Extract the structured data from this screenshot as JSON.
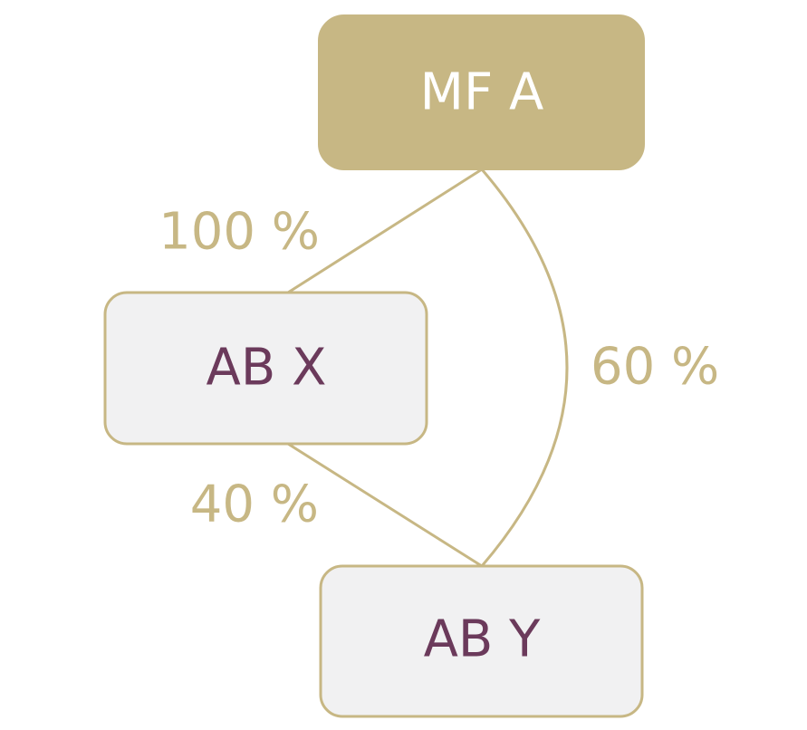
{
  "colors": {
    "accent": "#c7b784",
    "node_fill_primary": "#c7b784",
    "node_fill_secondary": "#f1f1f2",
    "node_text_primary": "#ffffff",
    "node_text_secondary": "#6b3a5b",
    "edge_stroke": "#c7b784",
    "edge_label": "#c7b784",
    "background": "#ffffff"
  },
  "nodes": {
    "mf_a": {
      "label": "MF A"
    },
    "ab_x": {
      "label": "AB X"
    },
    "ab_y": {
      "label": "AB Y"
    }
  },
  "edges": {
    "mf_a_to_ab_x": {
      "label": "100 %"
    },
    "mf_a_to_ab_y": {
      "label": "60 %"
    },
    "ab_x_to_ab_y": {
      "label": "40 %"
    }
  }
}
